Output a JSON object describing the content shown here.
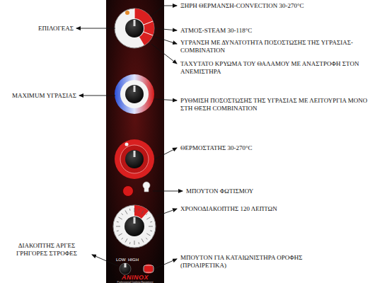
{
  "diagram": {
    "labels": [
      "ΞΗΡΗ ΘΕΡΜΑΝΣΗ-CONVECTION 30-270°C",
      "ΑΤΜΟΣ-STEAM 30-118°C",
      "ΥΓΡΑΝΣΗ ΜΕ ΔΥΝΑΤΟΤΗΤΑ ΠΟΣΟΣΤΩΣΗΣ ΤΗΣ ΥΓΡΑΣΙΑΣ-COMBINATION",
      "ΤΑΧΥΤΑΤΟ ΚΡΥΩΜΑ ΤΟΥ ΘΑΛΑΜΟΥ ΜΕ ΑΝΑΣΤΡΟΦΗ ΣΤΟΝ ΑΝΕΜΙΣΤΗΡΑ",
      "ΡΥΘΜΙΣΗ ΠΟΣΟΣΤΩΣΗΣ ΤΗΣ ΥΓΡΑΣΙΑΣ ΜΕ ΛΕΙΤΟΥΡΓΙΑ ΜΟΝΟ ΣΤΗ ΘΕΣΗ COMBINATION",
      "ΘΕΡΜΟΣΤΑΤΗΣ 30-270°C",
      "ΜΠΟΥΤΟΝ ΦΩΤΙΣΜΟΥ",
      "ΧΡΟΝΟΔΙΑΚΟΠΤΗΣ 120 ΛΕΠΤΩΝ",
      "ΜΠΟΥΤΟΝ ΓΙΑ ΚΑΤΑΙΩΝΙΣΤΗΡΑ ΟΡΟΦΗΣ (ΠΡΟΑΙΡΕΤΙΚΑ)",
      "ΕΠΙΛΟΓΕΑΣ",
      "MAXIMUM ΥΓΡΑΣΙΑΣ",
      "ΔΙΑΚΟΠΤΗΣ ΑΡΓΕΣ ΓΡΗΓΟΡΕΣ ΣΤΡΟΦΕΣ",
      "LOW",
      "HIGH",
      "ANINOX",
      "Professional Cooking Equipment"
    ]
  }
}
